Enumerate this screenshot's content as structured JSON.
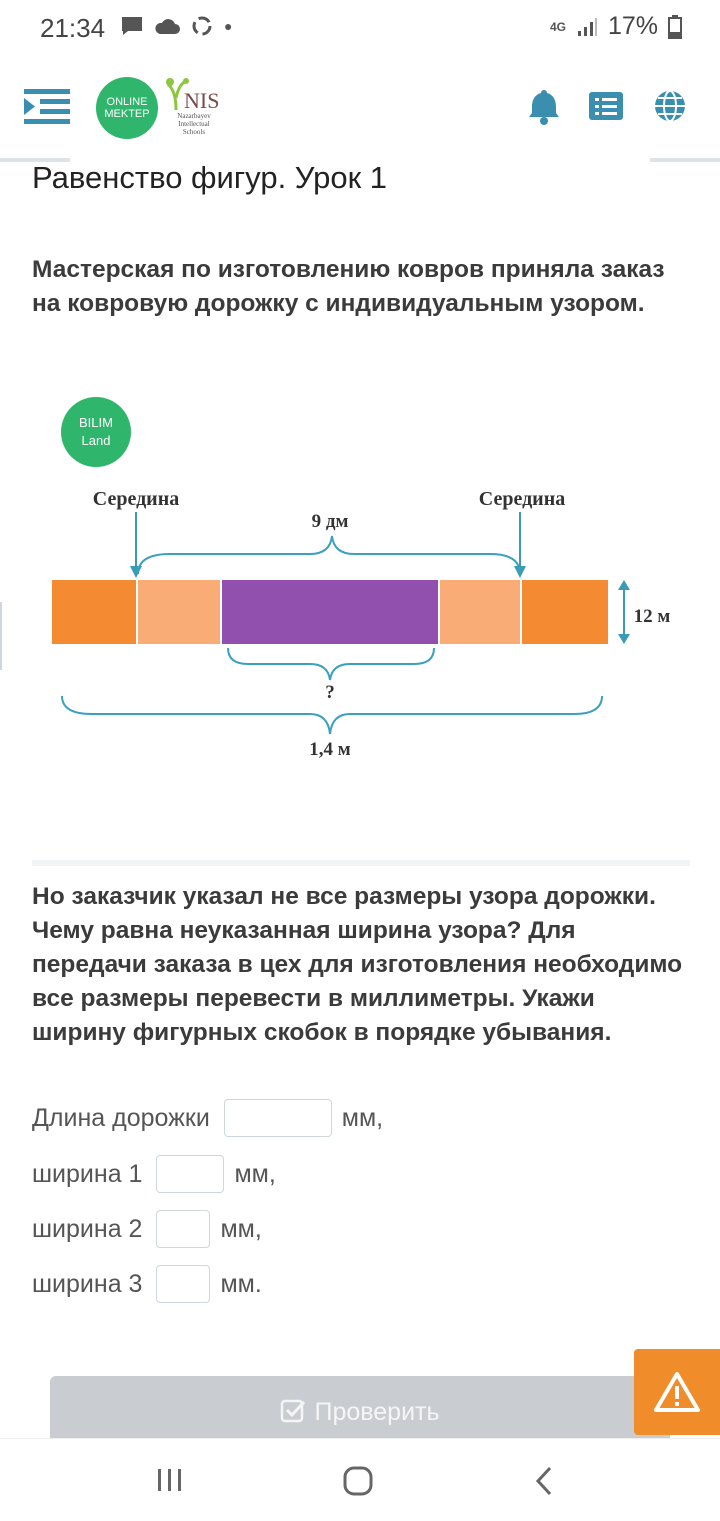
{
  "status_bar": {
    "time": "21:34",
    "network": "4G",
    "battery": "17%"
  },
  "header": {
    "online_mektep_line1": "ONLINE",
    "online_mektep_line2": "MEKTEP",
    "nis_title": "NIS",
    "nis_subtitle": "Nazarbayev Intellectual Schools"
  },
  "page": {
    "title": "Равенство фигур. Урок 1",
    "task_text": "Мастерская по изготовлению ковров приняла заказ на ковровую дорожку с индивидуальным узором."
  },
  "figure": {
    "badge_line1": "BILIM",
    "badge_line2": "Land",
    "middle_left": "Середина",
    "middle_right": "Середина",
    "top_brace_label": "9 дм",
    "height_label": "12 м",
    "inner_brace_label": "?",
    "total_label": "1,4 м",
    "colors": {
      "dark_orange": "#f48a31",
      "light_orange": "#f9ac76",
      "purple": "#9150ad",
      "arrow": "#3a9bb8",
      "brace": "#3aa0c0"
    }
  },
  "question": "Но заказчик указал не все размеры узора дорожки. Чему равна неуказанная ширина узора? Для передачи заказа в цех для изготовления необходимо все размеры перевести в миллиметры. Укажи ширину фигурных скобок в порядке убывания.",
  "answers": [
    {
      "label": "Длина дорожки",
      "unit": "мм,",
      "value": ""
    },
    {
      "label": "ширина 1",
      "unit": "мм,",
      "value": ""
    },
    {
      "label": "ширина 2",
      "unit": "мм,",
      "value": ""
    },
    {
      "label": "ширина 3",
      "unit": "мм.",
      "value": ""
    }
  ],
  "check_button": "Проверить"
}
